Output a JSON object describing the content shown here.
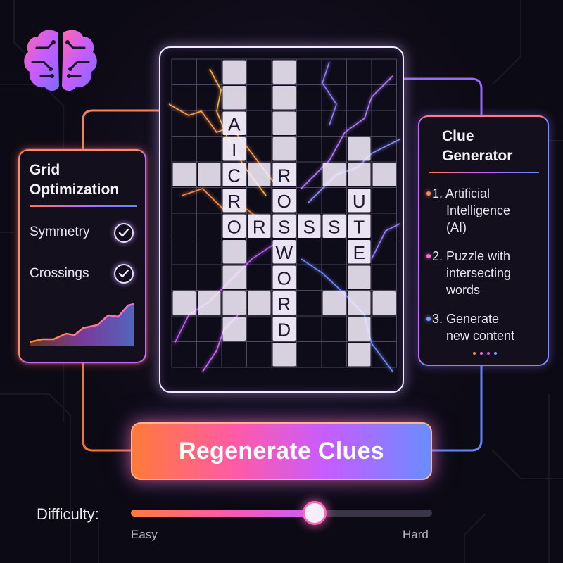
{
  "logo": {
    "icon": "brain-icon"
  },
  "crossword": {
    "words": {
      "down_left": [
        "A",
        "I",
        "C",
        "R",
        "O"
      ],
      "down_center": [
        "R",
        "O",
        "S",
        "W",
        "O",
        "R",
        "D"
      ],
      "across": [
        "C",
        "R",
        "O",
        "S",
        "S"
      ],
      "down_right": [
        "U",
        "T",
        "E"
      ]
    }
  },
  "grid_panel": {
    "title": "Grid Optimization",
    "items": [
      {
        "label": "Symmetry",
        "icon": "check-icon"
      },
      {
        "label": "Crossings",
        "icon": "check-icon"
      }
    ],
    "chart_icon": "area-chart-icon"
  },
  "clue_panel": {
    "title": "Clue Generator",
    "clues": [
      {
        "lines": [
          "1. Artificial",
          "Intelligence",
          "(AI)"
        ],
        "bullet_color": "#ff8a5a"
      },
      {
        "lines": [
          "2. Puzzle with",
          "intersecting",
          "words"
        ],
        "bullet_color": "#ff6ad0"
      },
      {
        "lines": [
          "3. Generate",
          "new content"
        ],
        "bullet_color": "#7b9cff"
      }
    ]
  },
  "regenerate_button": {
    "label": "Regenerate Clues"
  },
  "difficulty": {
    "label": "Difficulty:",
    "min_label": "Easy",
    "max_label": "Hard",
    "value": 0.61
  },
  "colors": {
    "orange": "#ff7a3a",
    "pink": "#ff5aa8",
    "purple": "#c65cff",
    "blue": "#6a8cff",
    "cell": "#f3ecfb"
  }
}
